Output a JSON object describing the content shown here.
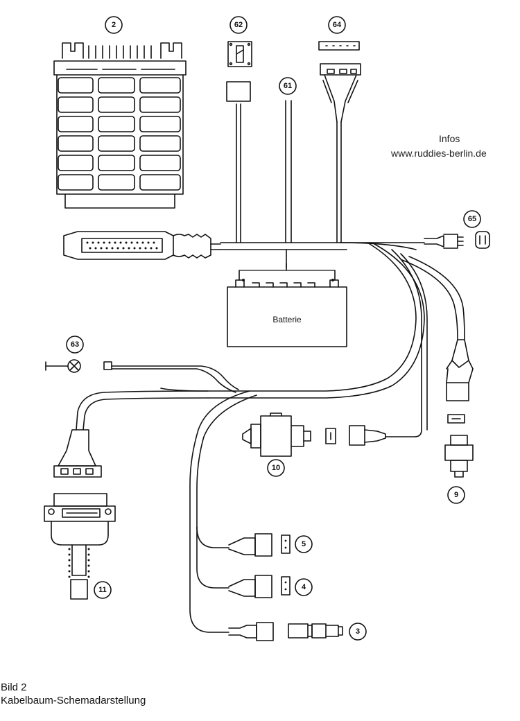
{
  "info": {
    "title": "Infos",
    "url": "www.ruddies-berlin.de"
  },
  "caption": {
    "figure": "Bild 2",
    "title": "Kabelbaum-Schemadarstellung"
  },
  "battery": {
    "label": "Batterie"
  },
  "callouts": {
    "c2": "2",
    "c62": "62",
    "c64": "64",
    "c61": "61",
    "c65": "65",
    "c63": "63",
    "c10": "10",
    "c9": "9",
    "c11": "11",
    "c5": "5",
    "c4": "4",
    "c3": "3"
  },
  "colors": {
    "ink": "#111111",
    "paper": "#ffffff"
  }
}
